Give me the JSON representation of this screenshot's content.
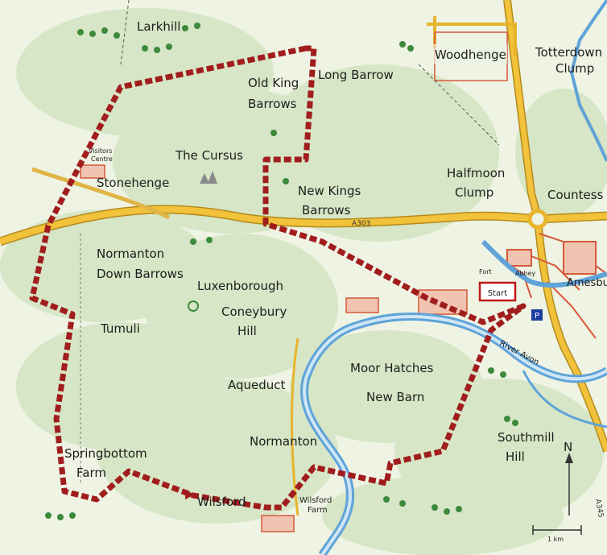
{
  "places": {
    "larkhill": "Larkhill",
    "woodhenge": "Woodhenge",
    "totterdown": "Totterdown",
    "clump": "Clump",
    "old_king": "Old King",
    "barrows": "Barrows",
    "long_barrow": "Long Barrow",
    "visitors": "Visitors",
    "centre": "Centre",
    "the_cursus": "The Cursus",
    "stonehenge": "Stonehenge",
    "new_kings": "New Kings",
    "new_kings_barrows": "Barrows",
    "halfmoon": "Halfmoon",
    "halfmoon_clump": "Clump",
    "countess": "Countess",
    "normanton_down": "Normanton",
    "down_barrows": "Down Barrows",
    "luxenborough": "Luxenborough",
    "coneybury": "Coneybury",
    "hill": "Hill",
    "tumuli": "Tumuli",
    "aqueduct": "Aqueduct",
    "moor_hatches": "Moor Hatches",
    "new_barn": "New Barn",
    "springbottom": "Springbottom",
    "farm": "Farm",
    "normanton": "Normanton",
    "wilsford_farm": "Wilsford",
    "wilsford_farm2": "Farm",
    "wilsford": "Wilsford",
    "southmill": "Southmill",
    "southmill_hill": "Hill",
    "river_avon": "River Avon",
    "amesbury": "Amesbu",
    "start": "Start",
    "fort": "Fort",
    "abbey": "Abbey"
  },
  "roads": {
    "a303": "A303",
    "a345": "A345"
  },
  "compass": {
    "north": "N"
  },
  "scale": {
    "label": "1 km"
  },
  "parking": "P",
  "colors": {
    "route": "#a11d1d",
    "road": "#e8b42c",
    "river": "#5fa3d8",
    "land": "#eef3e3",
    "field": "#d8e8c8",
    "trees": "#3d8a3d"
  }
}
